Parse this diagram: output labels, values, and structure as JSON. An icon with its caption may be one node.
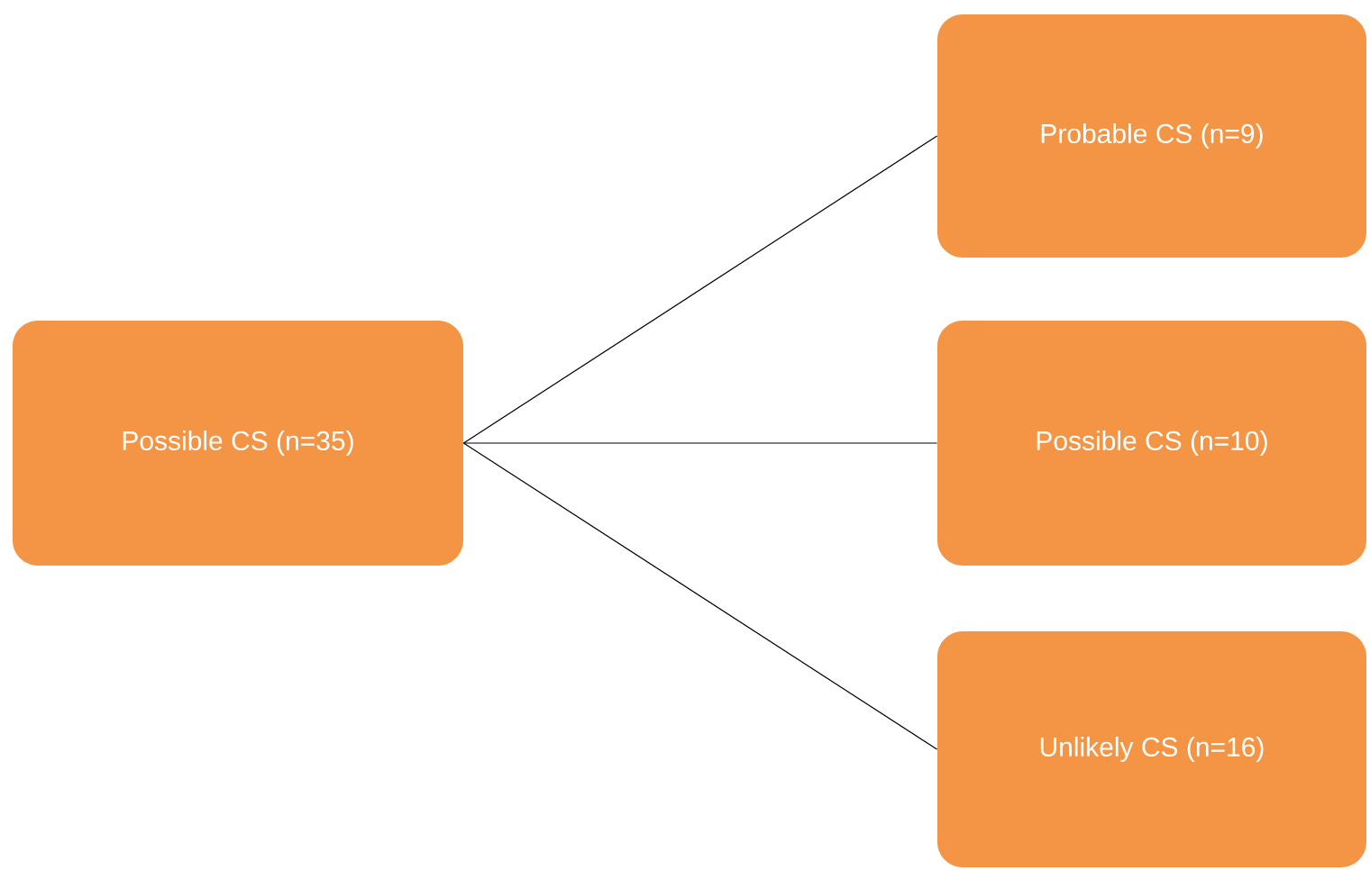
{
  "diagram": {
    "nodes": [
      {
        "text": [
          "Possible CS (n=35)"
        ]
      },
      {
        "text": [
          "Probable CS (n=9)"
        ]
      },
      {
        "text": [
          "Possible CS (n=10)"
        ]
      },
      {
        "text": [
          "Unlikely CS (n=16)"
        ]
      }
    ],
    "edges": [
      {
        "from": 0,
        "to": 1,
        "arrow": "none"
      },
      {
        "from": 0,
        "to": 2,
        "arrow": "none"
      },
      {
        "from": 0,
        "to": 3,
        "arrow": "none"
      }
    ]
  }
}
